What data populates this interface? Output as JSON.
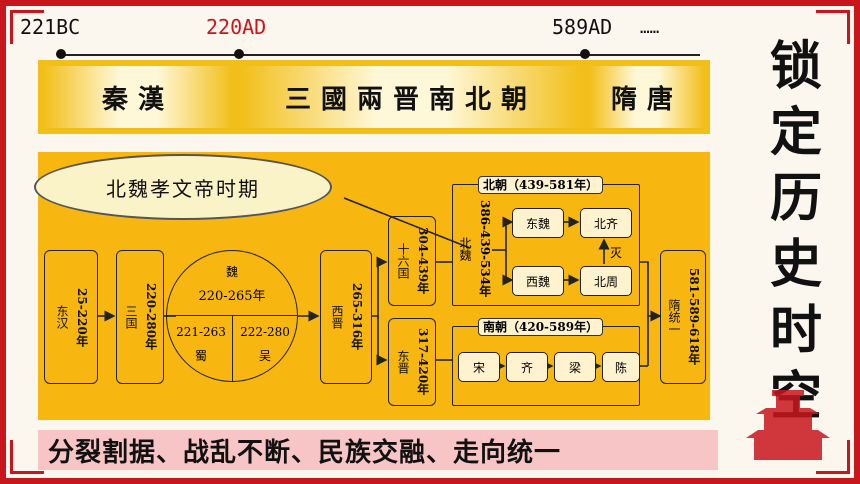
{
  "timeline": {
    "start": "221BC",
    "mid": "220AD",
    "end": "589AD",
    "more": "……"
  },
  "eras": [
    "秦漢",
    "三國兩晋南北朝",
    "隋唐"
  ],
  "callout": "北魏孝文帝时期",
  "diagram": {
    "donghan": {
      "name": "东汉",
      "years": "25-220年"
    },
    "sanguo": {
      "name": "三国",
      "years": "220-280年"
    },
    "wei": {
      "name": "魏",
      "years": "220-265年"
    },
    "shu": {
      "years": "221-263",
      "name": "蜀"
    },
    "wu": {
      "years": "222-280",
      "name": "吴"
    },
    "xijin": {
      "name": "西晋",
      "years": "265-316年"
    },
    "shiliuguo": {
      "name": "十六国",
      "years": "304-439年"
    },
    "dongjin": {
      "name": "东晋",
      "years": "317-420年"
    },
    "beichao_title": "北朝（439-581年）",
    "beiwei": {
      "name": "北魏",
      "years": "386-439-534年"
    },
    "dongwei": "东魏",
    "beiqi": "北齐",
    "xiwei": "西魏",
    "beizhou": "北周",
    "mie": "灭",
    "nanchao_title": "南朝（420-589年）",
    "nanchao": [
      "宋",
      "齐",
      "梁",
      "陈"
    ],
    "sui": {
      "name": "隋统一",
      "years": "581-589-618年"
    }
  },
  "bottom": "分裂割据、战乱不断、民族交融、走向统一",
  "side_title": [
    "锁",
    "定",
    "历",
    "史",
    "时",
    "空"
  ],
  "colors": {
    "accent": "#c8161d",
    "panel": "#f7b710",
    "band": "#f2bf1a"
  }
}
